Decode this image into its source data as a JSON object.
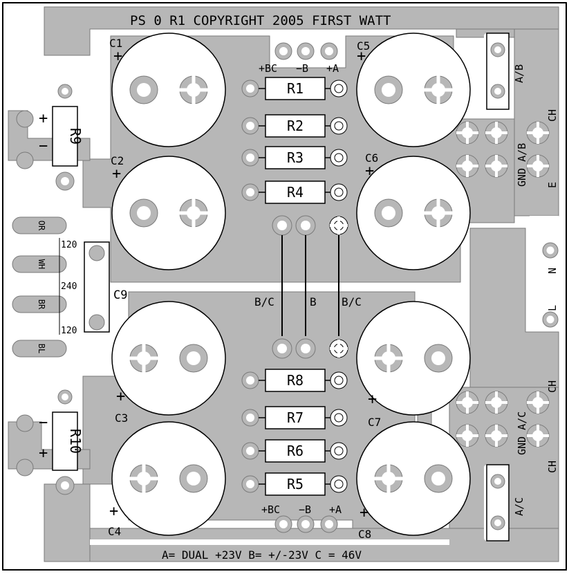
{
  "header": {
    "title": "PS 0 R1  COPYRIGHT 2005 FIRST WATT"
  },
  "footer": {
    "text": "A= DUAL +23V  B= +/-23V  C = 46V"
  },
  "colors": {
    "copper": "#b7b7b7",
    "copper_edge": "#7a7a7a",
    "silk": "#000000",
    "pad": "#ffffff",
    "background": "#ffffff"
  },
  "capacitors": [
    {
      "label": "C1",
      "polarity": "+"
    },
    {
      "label": "C2",
      "polarity": "+"
    },
    {
      "label": "C3",
      "polarity": "+"
    },
    {
      "label": "C4",
      "polarity": "+"
    },
    {
      "label": "C5",
      "polarity": "+"
    },
    {
      "label": "C6",
      "polarity": "+"
    },
    {
      "label": "C7",
      "polarity": "+"
    },
    {
      "label": "C8",
      "polarity": "+"
    }
  ],
  "resistors": [
    "R1",
    "R2",
    "R3",
    "R4",
    "R5",
    "R6",
    "R7",
    "R8"
  ],
  "side_resistors": [
    {
      "label": "R9",
      "top_sign": "+",
      "bottom_sign": "−"
    },
    {
      "label": "R10",
      "top_sign": "−",
      "bottom_sign": "+"
    }
  ],
  "top_header_labels": {
    "bc": "+BC",
    "b": "−B",
    "a": "+A"
  },
  "bottom_header_labels": {
    "bc": "+BC",
    "b": "−B",
    "a": "+A"
  },
  "middle_labels": {
    "bc_left": "B/C",
    "b": "B",
    "bc_right": "B/C"
  },
  "c9": {
    "label": "C9"
  },
  "transformer_wires": [
    {
      "label": "OR",
      "tap": "120"
    },
    {
      "label": "WH",
      "tap": "240"
    },
    {
      "label": "BR",
      "tap": "120"
    },
    {
      "label": "BL",
      "tap": ""
    }
  ],
  "right_labels": {
    "ab_top": "A/B",
    "ch_top": "CH",
    "gnd_ab": "GND A/B",
    "e": "E",
    "n": "N",
    "l": "L",
    "ch_mid": "CH",
    "gnd_ac": "GND A/C",
    "ch_bottom": "CH",
    "ac_bottom": "A/C"
  }
}
